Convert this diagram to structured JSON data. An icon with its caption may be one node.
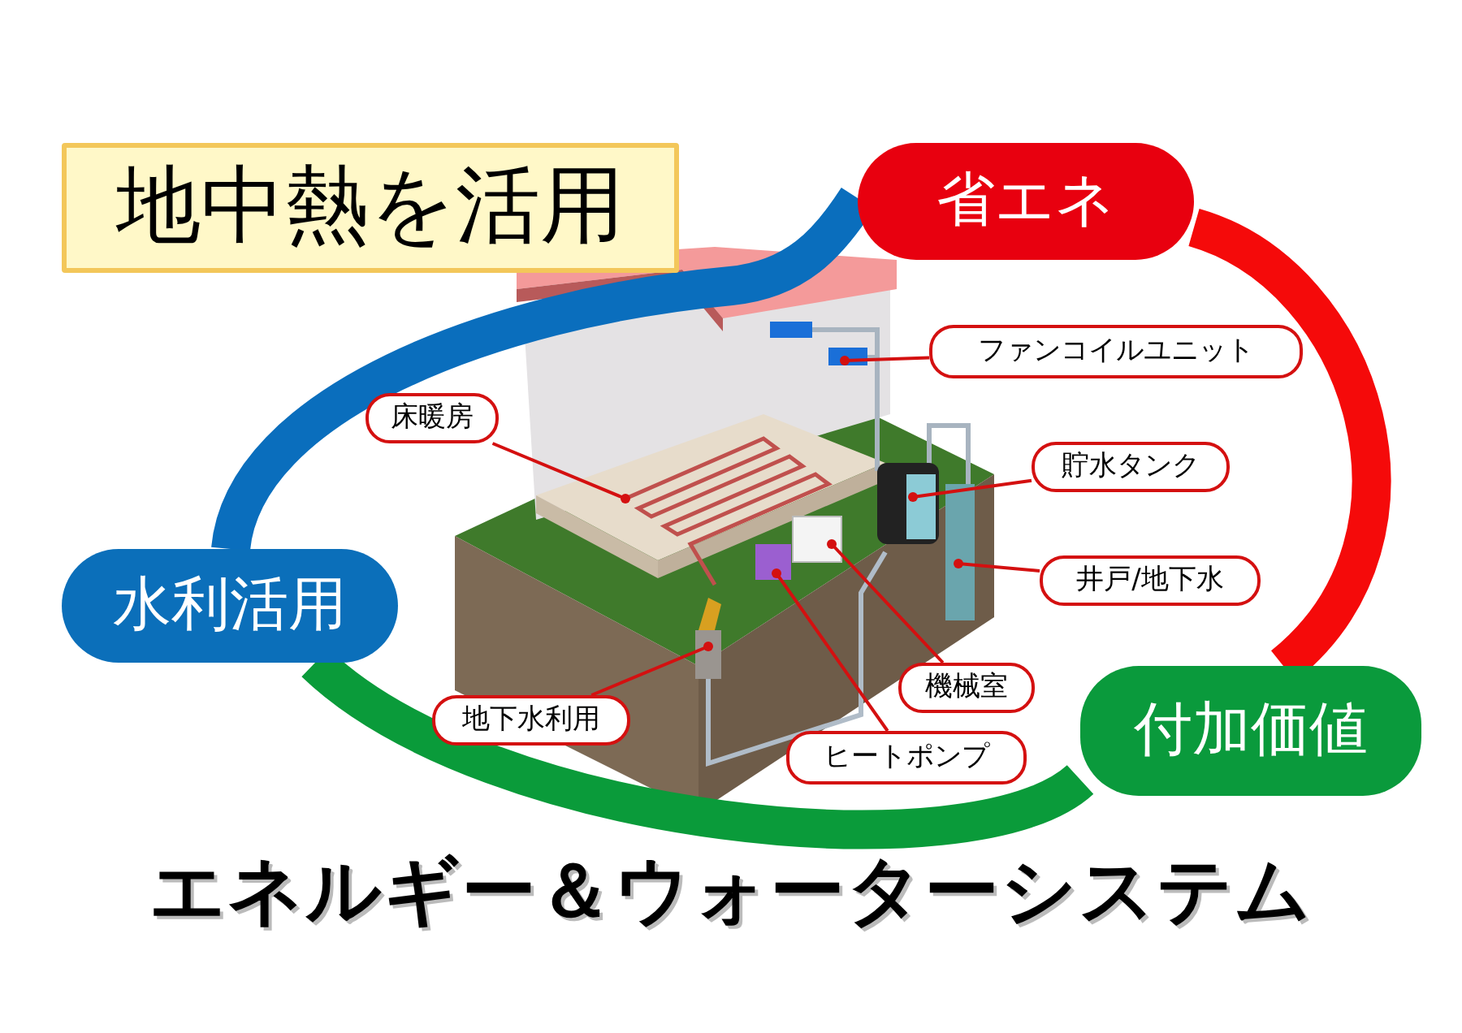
{
  "diagram": {
    "title": "エネルギー＆ウォーターシステム",
    "nodes": [
      {
        "text": [
          "地中熱を活用"
        ]
      },
      {
        "text": [
          "省エネ"
        ]
      },
      {
        "text": [
          "水利活用"
        ]
      },
      {
        "text": [
          "付加価値"
        ]
      },
      {
        "text": [
          "ファンコイルユニット"
        ]
      },
      {
        "text": [
          "床暖房"
        ]
      },
      {
        "text": [
          "貯水タンク"
        ]
      },
      {
        "text": [
          "井戸/地下水"
        ]
      },
      {
        "text": [
          "機械室"
        ]
      },
      {
        "text": [
          "地下水利用"
        ]
      },
      {
        "text": [
          "ヒートポンプ"
        ]
      }
    ],
    "edges": [
      {
        "from": 2,
        "to": 1,
        "arrow": "none",
        "style": "thick",
        "color": "#0a6ebd"
      },
      {
        "from": 1,
        "to": 3,
        "arrow": "none",
        "style": "thick",
        "color": "#f50a0a"
      },
      {
        "from": 3,
        "to": 2,
        "arrow": "none",
        "style": "thick",
        "color": "#0a9b3a"
      },
      {
        "from": 4,
        "to": null,
        "arrow": "other"
      },
      {
        "from": 5,
        "to": null,
        "arrow": "other"
      },
      {
        "from": 6,
        "to": null,
        "arrow": "other"
      },
      {
        "from": 7,
        "to": null,
        "arrow": "other"
      },
      {
        "from": 8,
        "to": null,
        "arrow": "other"
      },
      {
        "from": 9,
        "to": null,
        "arrow": "other"
      },
      {
        "from": 10,
        "to": null,
        "arrow": "other"
      }
    ]
  }
}
